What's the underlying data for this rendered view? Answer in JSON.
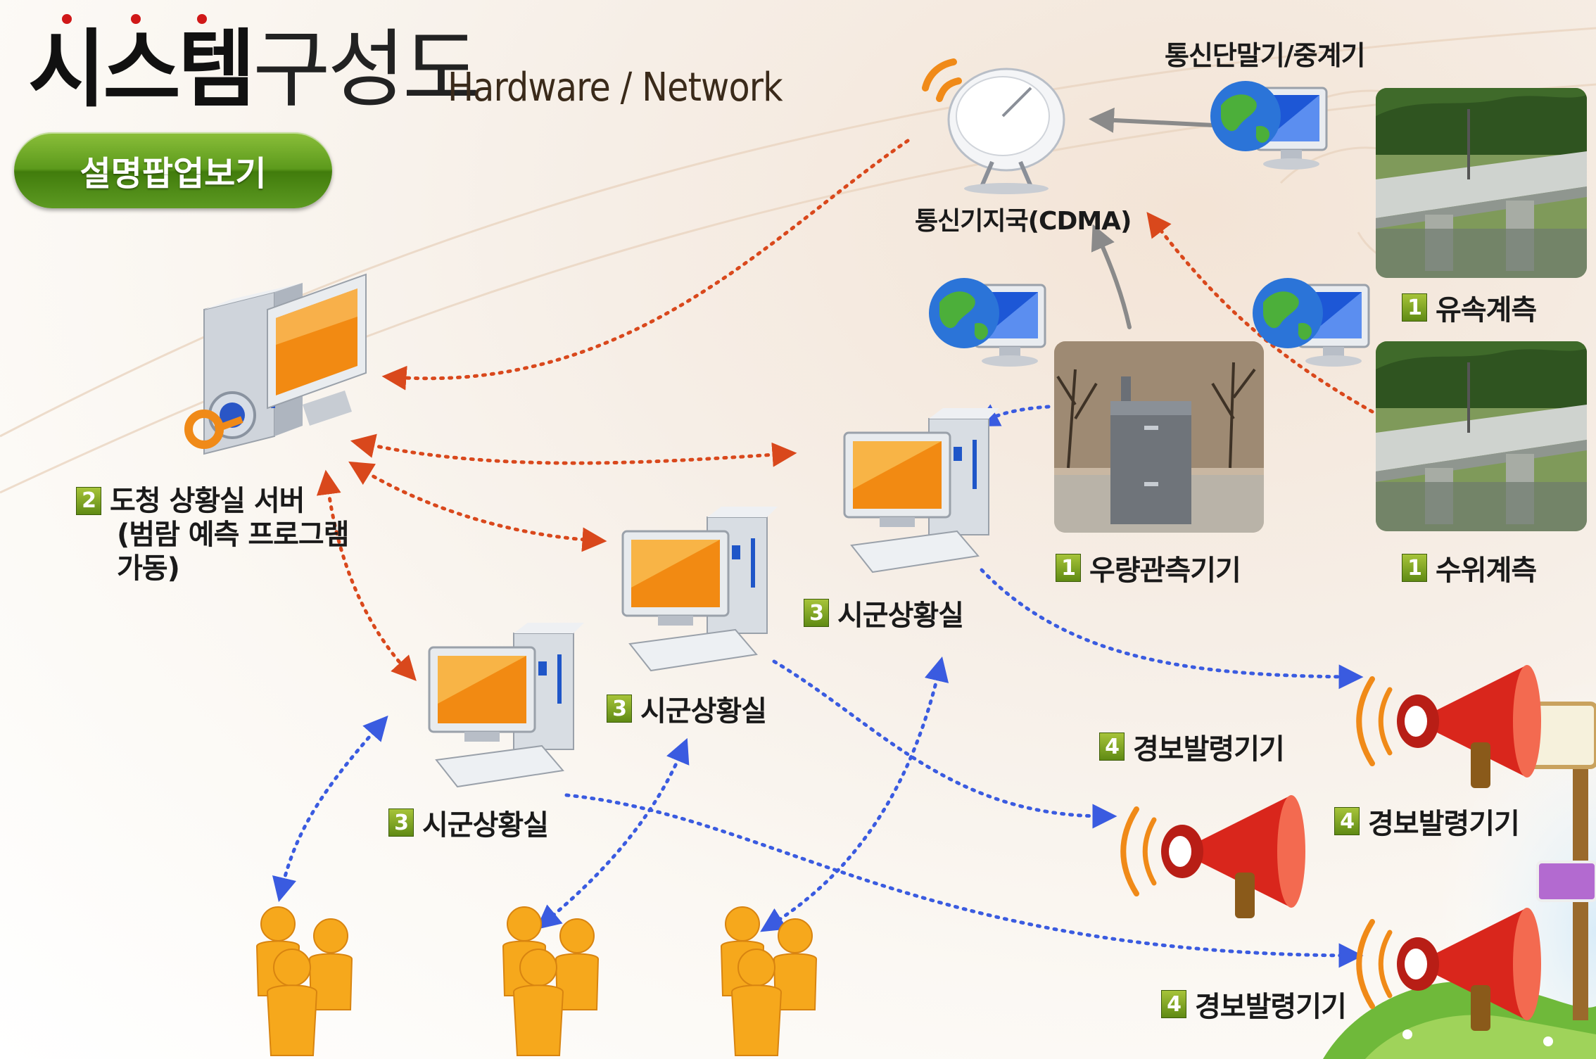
{
  "title": {
    "korean_bold": "시스템",
    "korean_light": "구성도",
    "english": "Hardware / Network"
  },
  "popup_button": {
    "label": "설명팝업보기"
  },
  "nodes": {
    "server": {
      "badge": "2",
      "lines": [
        "도청 상황실 서버",
        "(범람 예측 프로그램",
        "가동)"
      ]
    },
    "terminal_relay": {
      "label": "통신단말기/중계기"
    },
    "base_station": {
      "label": "통신기지국(CDMA)"
    },
    "flow_gauge": {
      "badge": "1",
      "label": "유속계측"
    },
    "level_gauge": {
      "badge": "1",
      "label": "수위계측"
    },
    "rain_gauge": {
      "badge": "1",
      "label": "우량관측기기"
    },
    "county_room_a": {
      "badge": "3",
      "label": "시군상황실"
    },
    "county_room_b": {
      "badge": "3",
      "label": "시군상황실"
    },
    "county_room_c": {
      "badge": "3",
      "label": "시군상황실"
    },
    "alarm_a": {
      "badge": "4",
      "label": "경보발령기기"
    },
    "alarm_b": {
      "badge": "4",
      "label": "경보발령기기"
    },
    "alarm_c": {
      "badge": "4",
      "label": "경보발령기기"
    }
  },
  "colors": {
    "red_link": "#d9481c",
    "blue_link": "#3a5be0",
    "gray_arrow": "#8a8a8a",
    "badge_green": "#7aa324",
    "button_green": "#5c9a1c"
  }
}
